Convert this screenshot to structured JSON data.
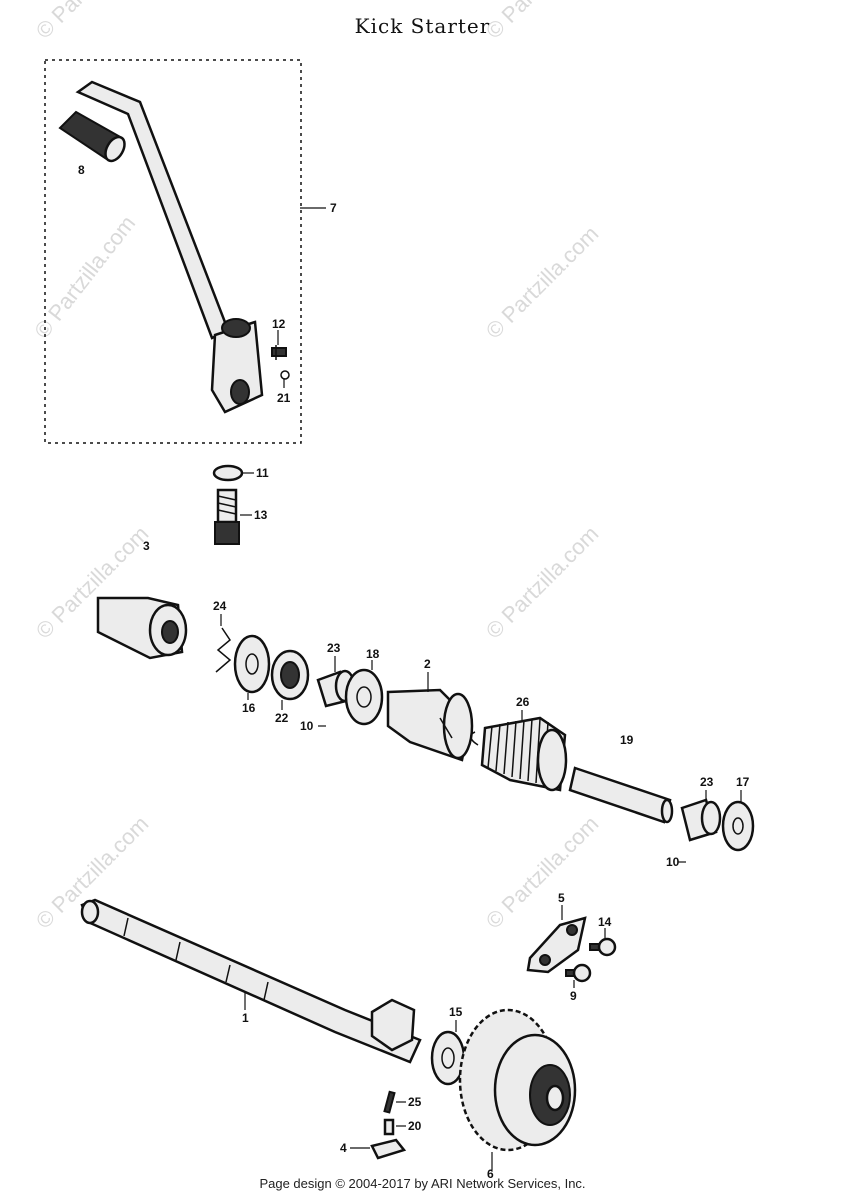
{
  "title": "Kick Starter",
  "footer": "Page design © 2004-2017 by ARI Network Services, Inc.",
  "watermark": "© Partzilla.com",
  "callouts": {
    "p1": "1",
    "p2": "2",
    "p3": "3",
    "p4": "4",
    "p5": "5",
    "p6": "6",
    "p7": "7",
    "p8": "8",
    "p9": "9",
    "p11": "11",
    "p12": "12",
    "p13": "13",
    "p14": "14",
    "p15": "15",
    "p16": "16",
    "p17": "17",
    "p18": "18",
    "p19": "19",
    "p20": "20",
    "p21": "21",
    "p22": "22",
    "p23a": "23",
    "p23b": "23",
    "p24": "24",
    "p25": "25",
    "p26": "26",
    "p10a": "10",
    "p10b": "10"
  }
}
